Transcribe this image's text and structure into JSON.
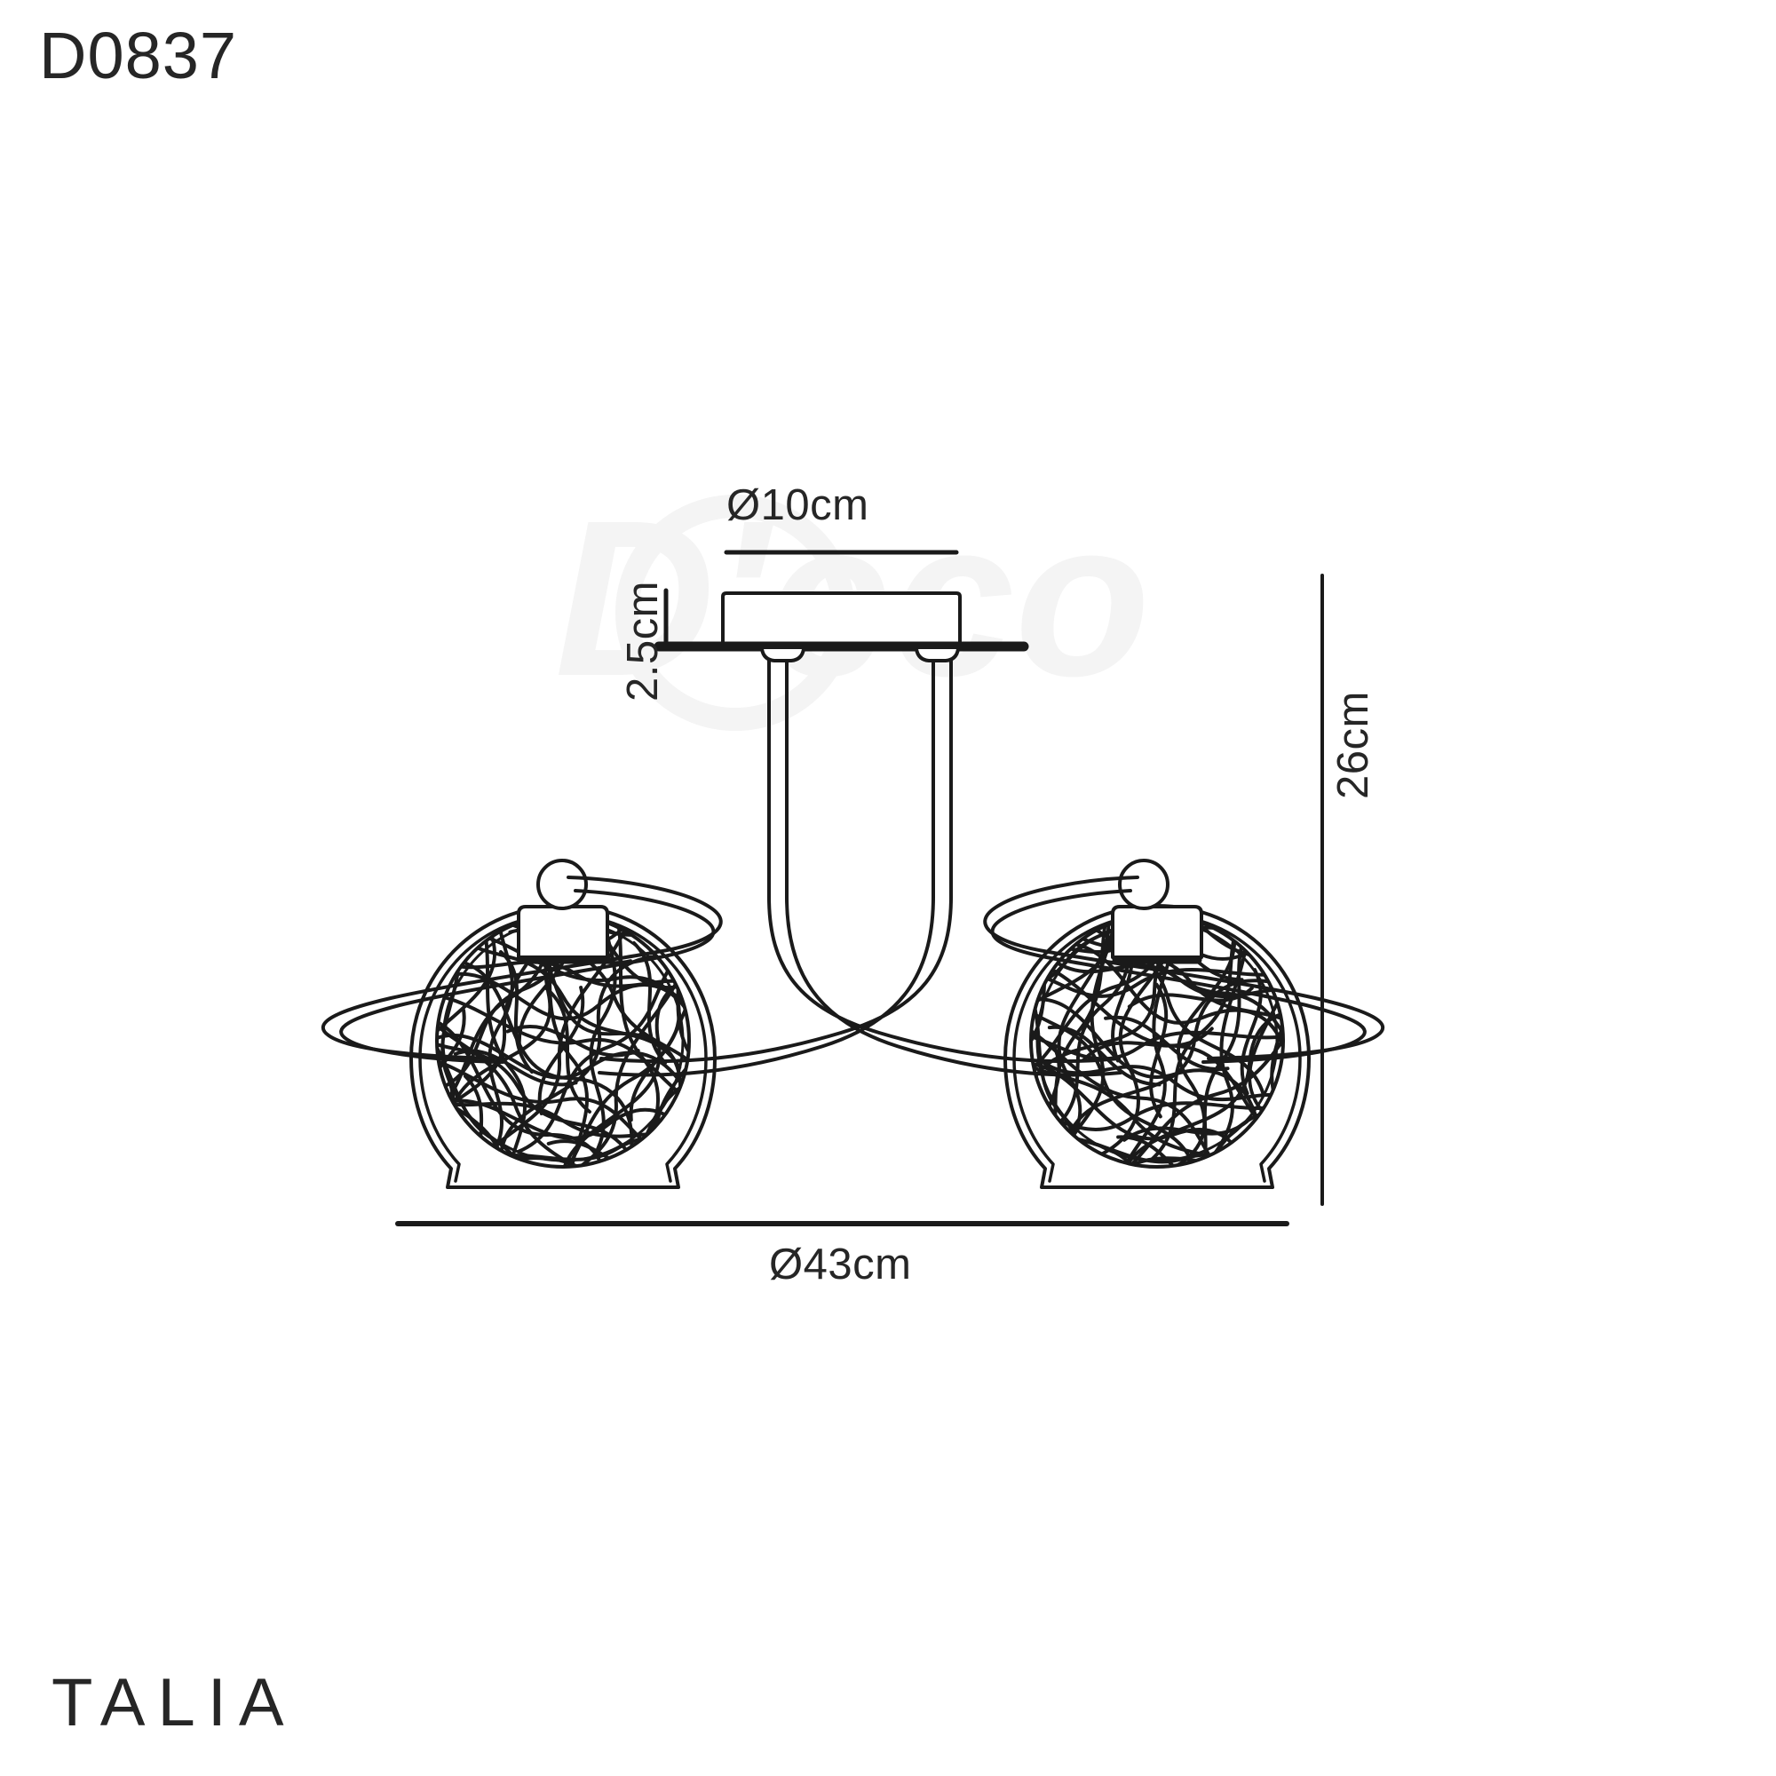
{
  "sheet": {
    "product_code": "D0837",
    "brand": "TALIA",
    "background_color": "#ffffff",
    "line_color": "#1a1a1a",
    "text_color": "#262626",
    "watermark_text": "Deco",
    "watermark_color": "#f2f2f2"
  },
  "dimensions": {
    "ceiling_plate_diameter": "Ø10cm",
    "ceiling_plate_height": "2.5cm",
    "overall_diameter": "Ø43cm",
    "overall_drop": "26cm"
  },
  "drawing": {
    "title": "2 light semi-flush ceiling fitting technical line drawing",
    "view": "front elevation",
    "light_count": 2,
    "parts": [
      "ceiling-plate",
      "arm-left",
      "arm-right",
      "lamp-head-left",
      "lamp-head-right",
      "glass-globe-left",
      "glass-globe-right",
      "decorative-ring-left",
      "decorative-ring-right"
    ]
  }
}
